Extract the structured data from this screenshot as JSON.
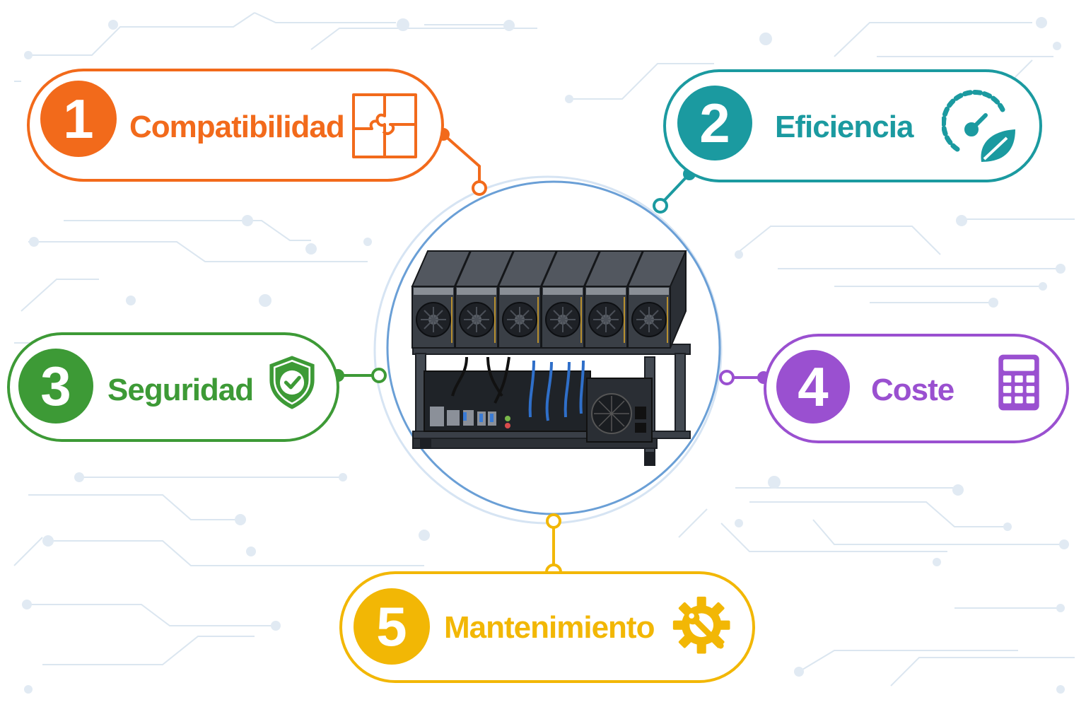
{
  "colors": {
    "orange": "#f26a1b",
    "teal": "#1b9aa0",
    "green": "#3d9a36",
    "purple": "#9a50d0",
    "yellow": "#f2b705",
    "ring": "#6a9fd6",
    "circuit": "#d7e3ef"
  },
  "center": {
    "image": "mining-rig",
    "gpu_count": 6
  },
  "items": [
    {
      "number": "1",
      "label": "Compatibilidad",
      "icon": "puzzle-icon",
      "color": "#f26a1b"
    },
    {
      "number": "2",
      "label": "Eficiencia",
      "icon": "speed-leaf-icon",
      "color": "#1b9aa0"
    },
    {
      "number": "3",
      "label": "Seguridad",
      "icon": "shield-check-icon",
      "color": "#3d9a36"
    },
    {
      "number": "4",
      "label": "Coste",
      "icon": "calculator-icon",
      "color": "#9a50d0"
    },
    {
      "number": "5",
      "label": "Mantenimiento",
      "icon": "gear-wrench-icon",
      "color": "#f2b705"
    }
  ]
}
